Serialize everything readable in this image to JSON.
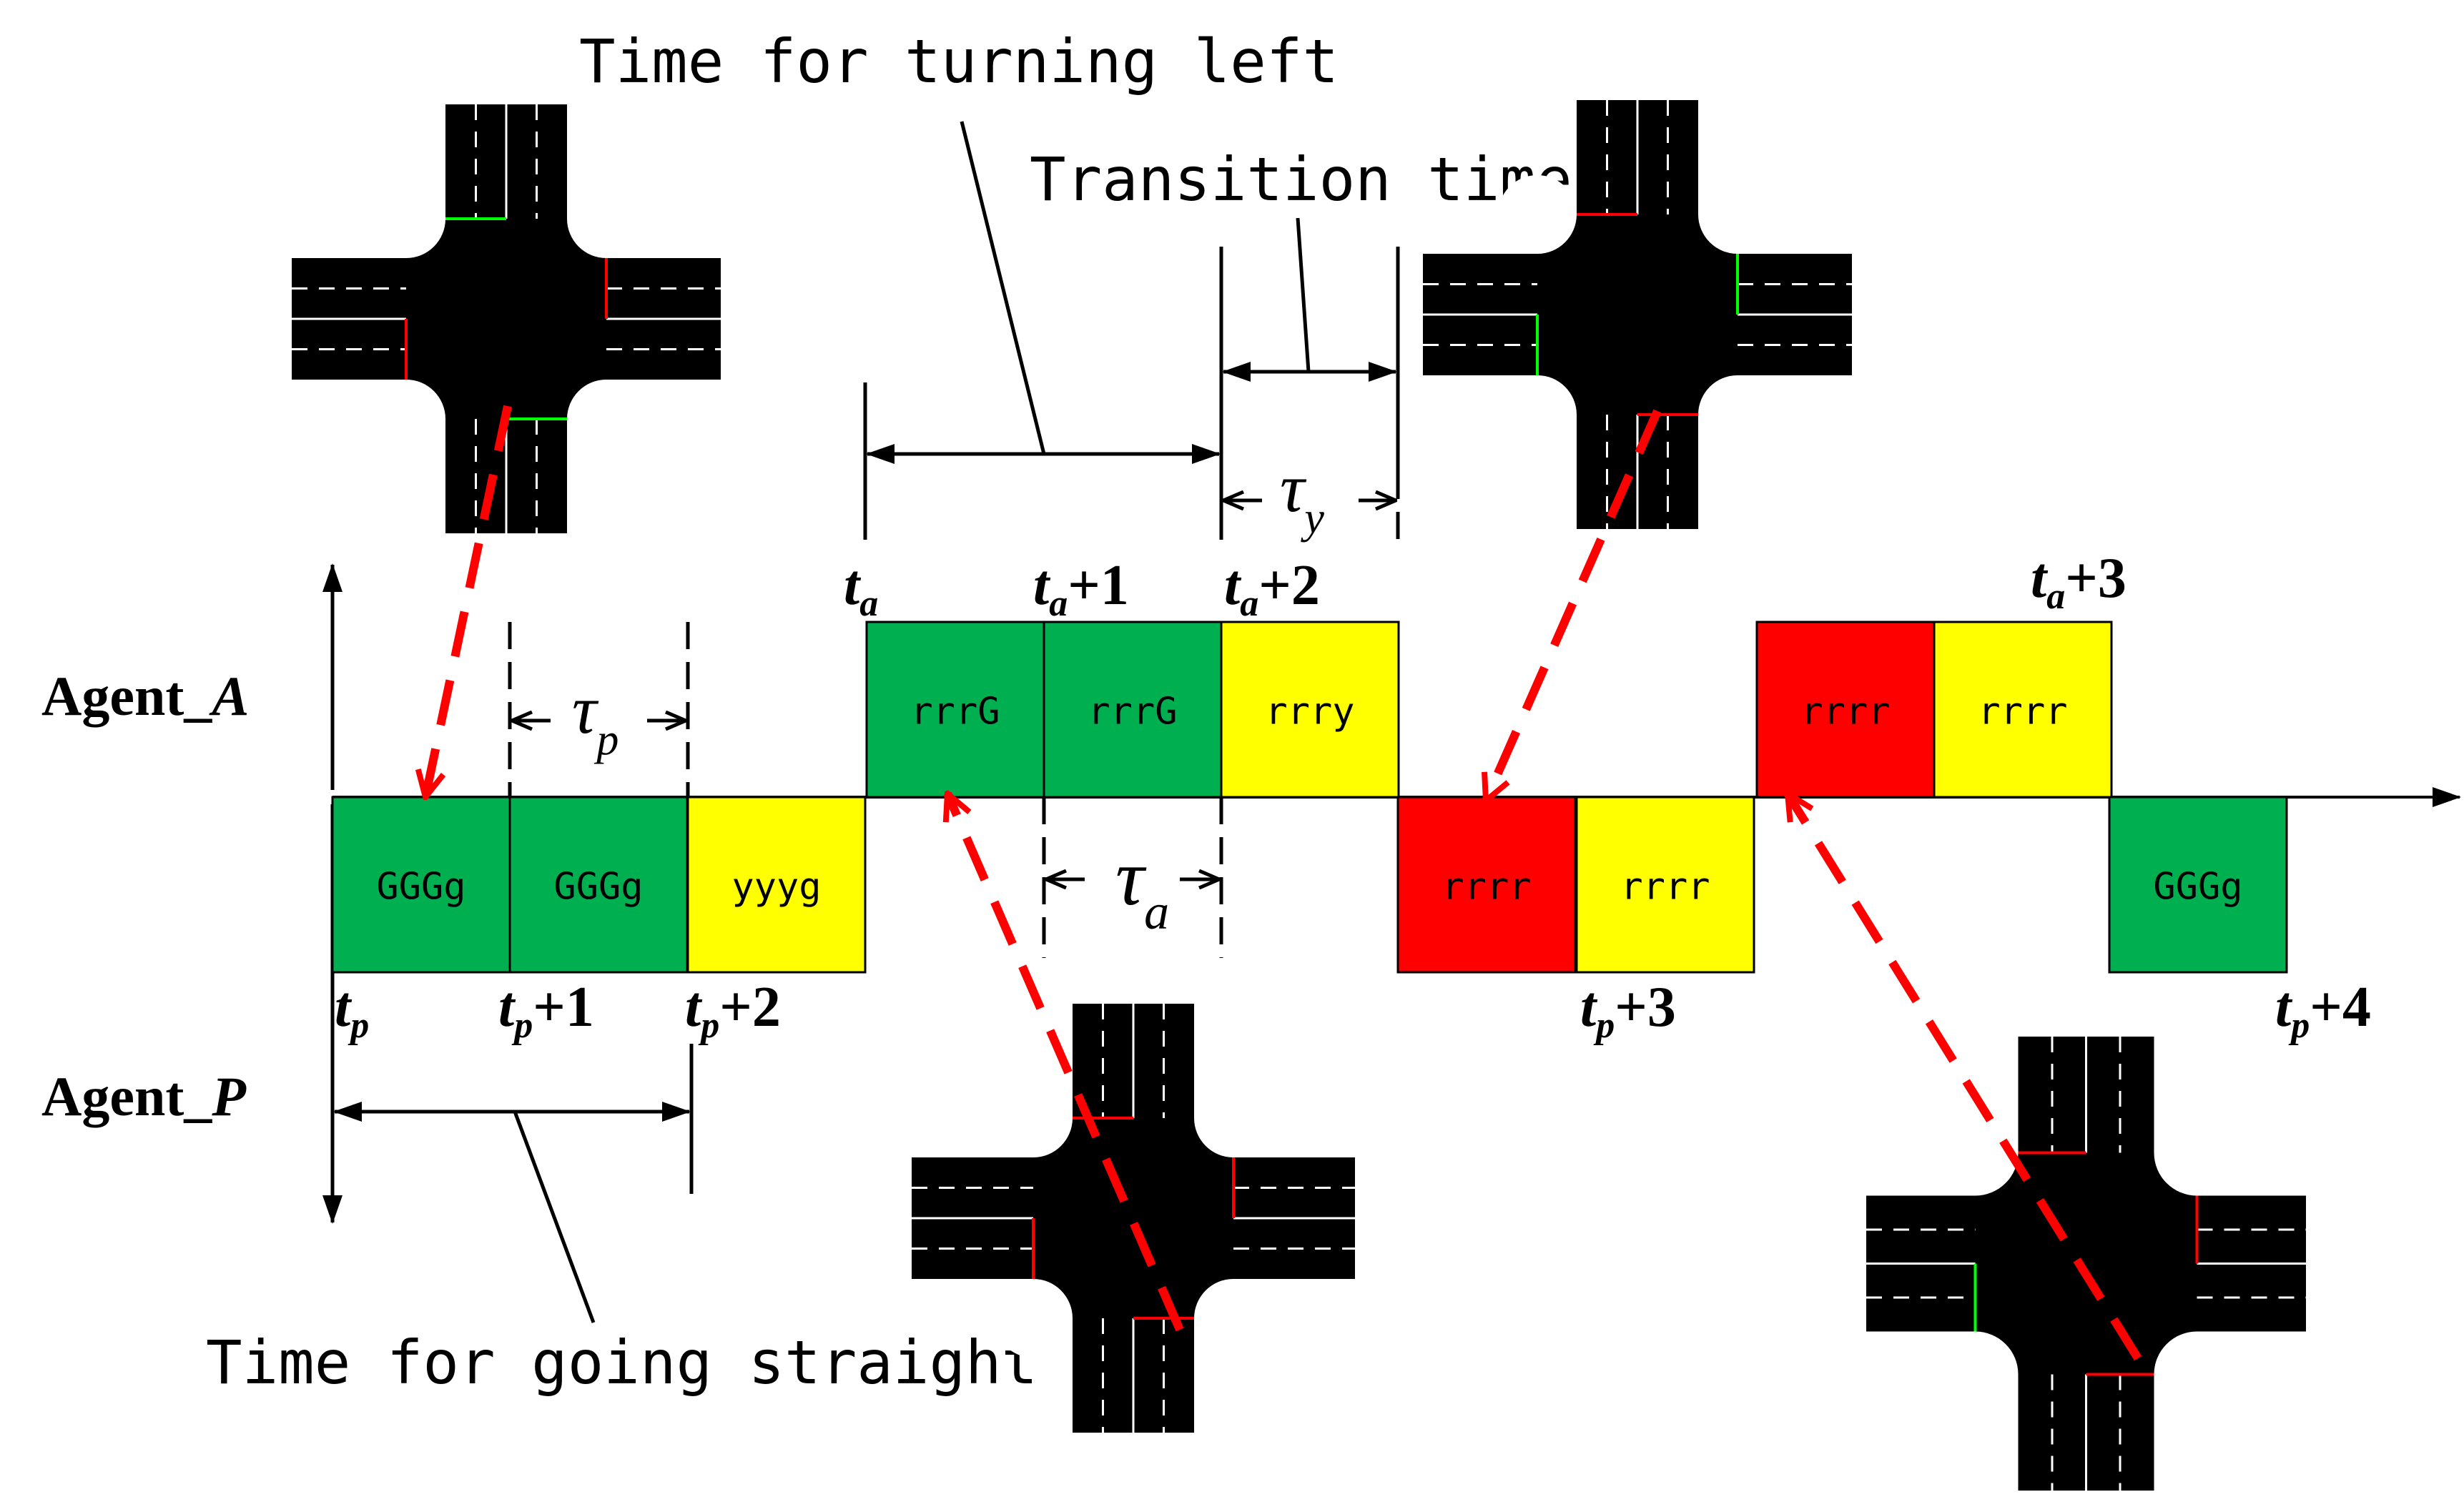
{
  "colors": {
    "green": "#00b050",
    "yellow": "#ffff00",
    "red": "#ff0000",
    "road": "#000000",
    "arrow_red": "#ff0000"
  },
  "labels": {
    "time_left": "Time for turning left",
    "transition": "Transition time",
    "time_straight": "Time for going straight",
    "agent_a": {
      "name": "Agent_",
      "sub": "A"
    },
    "agent_p": {
      "name": "Agent_",
      "sub": "P"
    }
  },
  "tau": {
    "p": {
      "sym": "τ",
      "sub": "p"
    },
    "y": {
      "sym": "τ",
      "sub": "y"
    },
    "a": {
      "sym": "τ",
      "sub": "a"
    }
  },
  "ticks_a": [
    {
      "base": "t",
      "sub": "a",
      "suffix": ""
    },
    {
      "base": "t",
      "sub": "a",
      "suffix": "+1"
    },
    {
      "base": "t",
      "sub": "a",
      "suffix": "+2"
    },
    {
      "base": "t",
      "sub": "a",
      "suffix": "+3"
    }
  ],
  "ticks_p": [
    {
      "base": "t",
      "sub": "p",
      "suffix": ""
    },
    {
      "base": "t",
      "sub": "p",
      "suffix": "+1"
    },
    {
      "base": "t",
      "sub": "p",
      "suffix": "+2"
    },
    {
      "base": "t",
      "sub": "p",
      "suffix": "+3"
    },
    {
      "base": "t",
      "sub": "p",
      "suffix": "+4"
    }
  ],
  "phases_a": [
    {
      "label": "rrrG",
      "color": "green"
    },
    {
      "label": "rrrG",
      "color": "green"
    },
    {
      "label": "rrry",
      "color": "yellow"
    },
    {
      "label": "rrrr",
      "color": "red"
    },
    {
      "label": "rrrr",
      "color": "yellow"
    }
  ],
  "phases_p": [
    {
      "label": "GGGg",
      "color": "green"
    },
    {
      "label": "GGGg",
      "color": "green"
    },
    {
      "label": "yyyg",
      "color": "yellow"
    },
    {
      "label": "rrrr",
      "color": "red"
    },
    {
      "label": "rrrr",
      "color": "yellow"
    },
    {
      "label": "GGGg",
      "color": "green"
    }
  ],
  "intersections": [
    {
      "name": "intersection-p-green"
    },
    {
      "name": "intersection-a-green"
    },
    {
      "name": "intersection-all-red"
    },
    {
      "name": "intersection-red-yellow"
    }
  ]
}
